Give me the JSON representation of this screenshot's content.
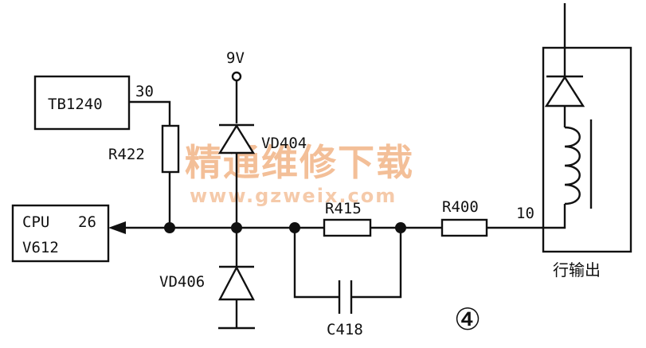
{
  "watermark": {
    "text": "精通维修下载",
    "url": "www.gzweix.com"
  },
  "labels": {
    "tb1240": "TB1240",
    "pin30": "30",
    "r422": "R422",
    "v9": "9V",
    "vd404": "VD404",
    "cpu": "CPU",
    "pin26": "26",
    "v612": "V612",
    "r415": "R415",
    "r400": "R400",
    "pin10": "10",
    "vd406": "VD406",
    "c418": "C418",
    "flyback": "行输出",
    "figure_number": "④"
  }
}
